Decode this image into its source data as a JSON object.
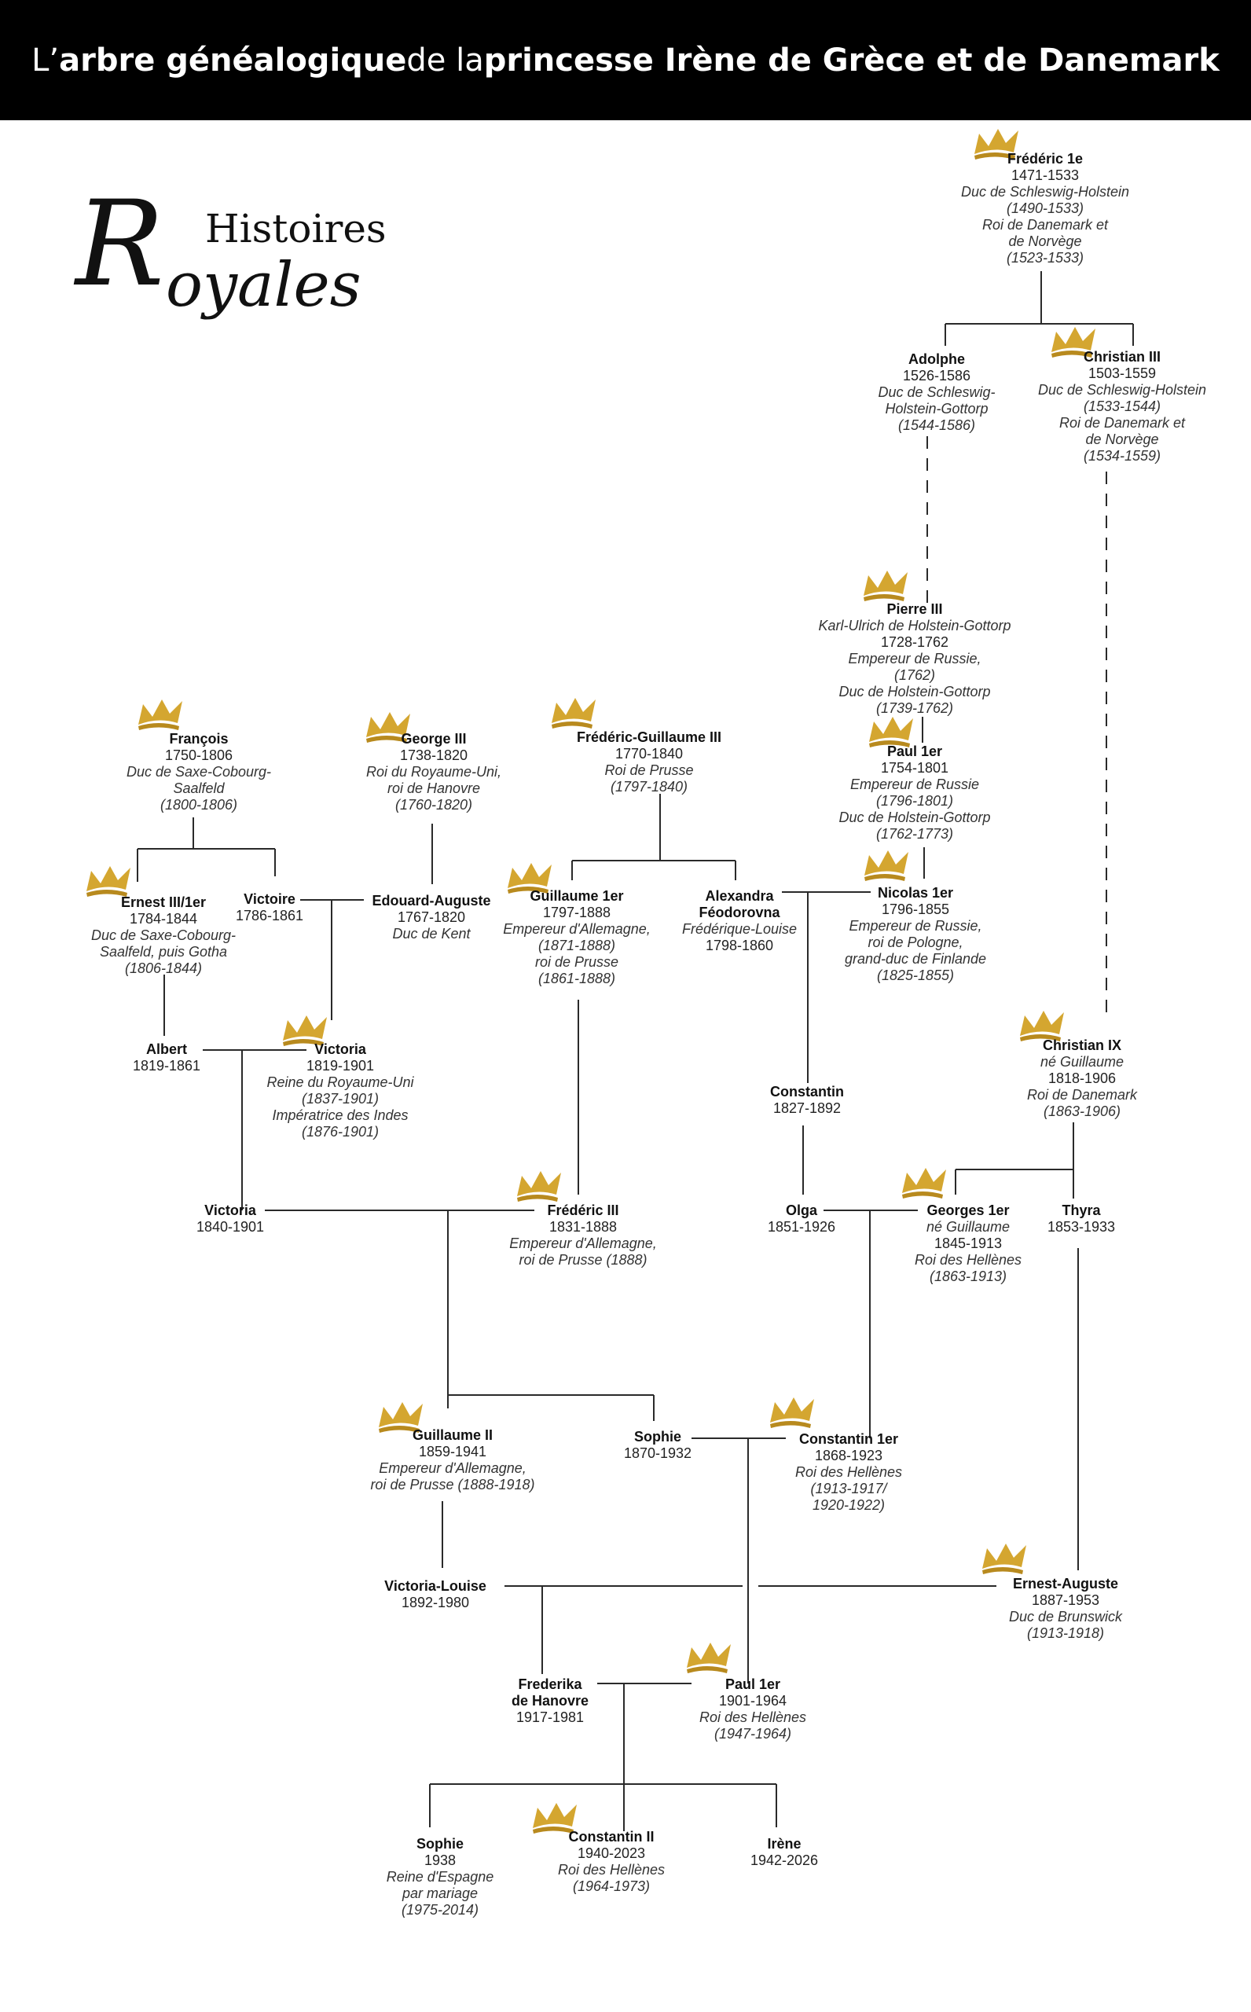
{
  "header": {
    "title_part1": "L’",
    "title_part2": "arbre généalogique",
    "title_part3": " de la ",
    "title_part4": "princesse Irène de Grèce et de Danemark"
  },
  "logo": {
    "line1": "Histoires",
    "initial": "R",
    "rest": "oyales"
  },
  "colors": {
    "header_bg": "#000000",
    "crown_gold": "#d4a630",
    "line": "#2a2a2a"
  },
  "people": {
    "frederic1": {
      "name": "Frédéric 1e",
      "dates": "1471-1533",
      "roles": [
        "Duc de Schleswig-Holstein",
        "(1490-1533)",
        "Roi de Danemark et",
        "de Norvège",
        "(1523-1533)"
      ]
    },
    "adolphe": {
      "name": "Adolphe",
      "dates": "1526-1586",
      "roles": [
        "Duc de Schleswig-",
        "Holstein-Gottorp",
        "(1544-1586)"
      ]
    },
    "christian3": {
      "name": "Christian III",
      "dates": "1503-1559",
      "roles": [
        "Duc de Schleswig-Holstein",
        "(1533-1544)",
        "Roi de Danemark et",
        "de Norvège",
        "(1534-1559)"
      ]
    },
    "pierre3": {
      "name": "Pierre III",
      "dates": "1728-1762",
      "roles": [
        "Empereur de Russie,",
        "(1762)",
        "Duc de Holstein-Gottorp",
        "(1739-1762)"
      ],
      "subname": "Karl-Ulrich de Holstein-Gottorp"
    },
    "paul1_russie": {
      "name": "Paul 1er",
      "dates": "1754-1801",
      "roles": [
        "Empereur de Russie",
        "(1796-1801)",
        "Duc de Holstein-Gottorp",
        "(1762-1773)"
      ]
    },
    "francois": {
      "name": "François",
      "dates": "1750-1806",
      "roles": [
        "Duc de Saxe-Cobourg-",
        "Saalfeld",
        "(1800-1806)"
      ]
    },
    "george3": {
      "name": "George III",
      "dates": "1738-1820",
      "roles": [
        "Roi du Royaume-Uni,",
        "roi de Hanovre",
        "(1760-1820)"
      ]
    },
    "fg3": {
      "name": "Frédéric-Guillaume III",
      "dates": "1770-1840",
      "roles": [
        "Roi de Prusse",
        "(1797-1840)"
      ]
    },
    "ernest": {
      "name": "Ernest III/1er",
      "dates": "1784-1844",
      "roles": [
        "Duc de Saxe-Cobourg-",
        "Saalfeld, puis Gotha",
        "(1806-1844)"
      ]
    },
    "victoire": {
      "name": "Victoire",
      "dates": "1786-1861",
      "roles": []
    },
    "edouard": {
      "name": "Edouard-Auguste",
      "dates": "1767-1820",
      "roles": [
        "Duc de Kent"
      ]
    },
    "guillaume1": {
      "name": "Guillaume 1er",
      "dates": "1797-1888",
      "roles": [
        "Empereur d'Allemagne,",
        "(1871-1888)",
        "roi de Prusse",
        "(1861-1888)"
      ]
    },
    "alexandra": {
      "name": "Alexandra",
      "name2": "Féodorovna",
      "dates": "1798-1860",
      "roles": [],
      "subname": "Frédérique-Louise"
    },
    "nicolas1": {
      "name": "Nicolas 1er",
      "dates": "1796-1855",
      "roles": [
        "Empereur de Russie,",
        "roi de Pologne,",
        "grand-duc de Finlande",
        "(1825-1855)"
      ]
    },
    "albert": {
      "name": "Albert",
      "dates": "1819-1861",
      "roles": []
    },
    "victoria_reine": {
      "name": "Victoria",
      "dates": "1819-1901",
      "roles": [
        "Reine du Royaume-Uni",
        "(1837-1901)",
        "Impératrice des Indes",
        "(1876-1901)"
      ]
    },
    "christian9": {
      "name": "Christian IX",
      "dates": "1818-1906",
      "roles": [
        "Roi de Danemark",
        "(1863-1906)"
      ],
      "subname": "né Guillaume"
    },
    "constantin_r": {
      "name": "Constantin",
      "dates": "1827-1892",
      "roles": []
    },
    "victoria_p": {
      "name": "Victoria",
      "dates": "1840-1901",
      "roles": []
    },
    "frederic3": {
      "name": "Frédéric III",
      "dates": "1831-1888",
      "roles": [
        "Empereur d'Allemagne,",
        "roi de Prusse (1888)"
      ]
    },
    "olga": {
      "name": "Olga",
      "dates": "1851-1926",
      "roles": []
    },
    "georges1": {
      "name": "Georges 1er",
      "dates": "1845-1913",
      "roles": [
        "Roi des Hellènes",
        "(1863-1913)"
      ],
      "subname": "né Guillaume"
    },
    "thyra": {
      "name": "Thyra",
      "dates": "1853-1933",
      "roles": []
    },
    "guillaume2": {
      "name": "Guillaume II",
      "dates": "1859-1941",
      "roles": [
        "Empereur d'Allemagne,",
        "roi de Prusse (1888-1918)"
      ]
    },
    "sophie_p": {
      "name": "Sophie",
      "dates": "1870-1932",
      "roles": []
    },
    "constantin1": {
      "name": "Constantin 1er",
      "dates": "1868-1923",
      "roles": [
        "Roi des Hellènes",
        "(1913-1917/",
        "1920-1922)"
      ]
    },
    "victoria_louise": {
      "name": "Victoria-Louise",
      "dates": "1892-1980",
      "roles": []
    },
    "ernest_auguste": {
      "name": "Ernest-Auguste",
      "dates": "1887-1953",
      "roles": [
        "Duc de Brunswick",
        "(1913-1918)"
      ]
    },
    "frederika": {
      "name": "Frederika",
      "name2": "de Hanovre",
      "dates": "1917-1981",
      "roles": []
    },
    "paul1_grece": {
      "name": "Paul 1er",
      "dates": "1901-1964",
      "roles": [
        "Roi des Hellènes",
        "(1947-1964)"
      ]
    },
    "sophie_e": {
      "name": "Sophie",
      "dates": "1938",
      "roles": [
        "Reine d'Espagne",
        "par mariage",
        "(1975-2014)"
      ]
    },
    "constantin2": {
      "name": "Constantin II",
      "dates": "1940-2023",
      "roles": [
        "Roi des Hellènes",
        "(1964-1973)"
      ]
    },
    "irene": {
      "name": "Irène",
      "dates": "1942-2026",
      "roles": []
    }
  }
}
